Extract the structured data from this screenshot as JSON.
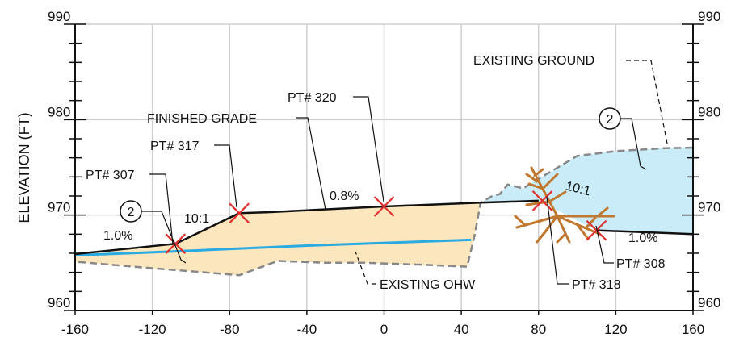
{
  "chart_data": {
    "type": "cross-section",
    "ylabel": "ELEVATION (FT)",
    "xlim": [
      -160,
      160
    ],
    "ylim": [
      960,
      990
    ],
    "x_ticks": [
      "-160",
      "-120",
      "-80",
      "-40",
      "0",
      "40",
      "80",
      "120",
      "160"
    ],
    "y_ticks": [
      "960",
      "970",
      "980",
      "990"
    ],
    "grid": true,
    "series": {
      "finished_grade": [
        [
          -170,
          965.7
        ],
        [
          -108,
          967.0
        ],
        [
          -75,
          970.2
        ],
        [
          -60,
          970.3
        ],
        [
          0,
          970.9
        ],
        [
          50,
          971.3
        ],
        [
          80,
          971.5
        ]
      ],
      "finished_grade_right": [
        [
          110,
          968.4
        ],
        [
          160,
          968.0
        ]
      ],
      "existing_ohw": [
        [
          -170,
          965.7
        ],
        [
          -108,
          966.2
        ],
        [
          -40,
          966.8
        ],
        [
          45,
          967.4
        ]
      ],
      "existing_ground": [
        [
          -170,
          965.3
        ],
        [
          -130,
          964.6
        ],
        [
          -75,
          963.7
        ],
        [
          -55,
          965.2
        ],
        [
          -30,
          965.0
        ],
        [
          -10,
          965.0
        ],
        [
          20,
          964.8
        ],
        [
          43,
          964.6
        ],
        [
          47,
          968.0
        ],
        [
          50,
          971.3
        ],
        [
          56,
          972.0
        ],
        [
          60,
          972.2
        ],
        [
          64,
          973.2
        ],
        [
          72,
          972.8
        ],
        [
          80,
          973.8
        ],
        [
          100,
          976.2
        ],
        [
          120,
          976.7
        ],
        [
          145,
          977.0
        ],
        [
          170,
          977.1
        ]
      ]
    },
    "points": [
      {
        "label": "PT# 307",
        "x": -108,
        "y": 967.0
      },
      {
        "label": "PT# 317",
        "x": -75,
        "y": 970.2
      },
      {
        "label": "PT# 320",
        "x": 0,
        "y": 970.9
      },
      {
        "label": "PT# 318",
        "x": 82,
        "y": 971.5
      },
      {
        "label": "PT# 308",
        "x": 110,
        "y": 968.4
      }
    ],
    "annotations": {
      "existing_ground": "EXISTING GROUND",
      "finished_grade": "FINISHED GRADE",
      "existing_ohw": "EXISTING OHW",
      "slope_left": "1.0%",
      "ratio_left": "10:1",
      "slope_mid": "0.8%",
      "ratio_right": "10:1",
      "slope_right": "1.0%",
      "callout_2": "2"
    },
    "colors": {
      "fill_area": "#fbe6bd",
      "water_area": "#c9ecf8",
      "ohw_line": "#29abe2",
      "marker": "#e03030",
      "tree": "#c07830",
      "grid": "#cfcfcf"
    }
  }
}
